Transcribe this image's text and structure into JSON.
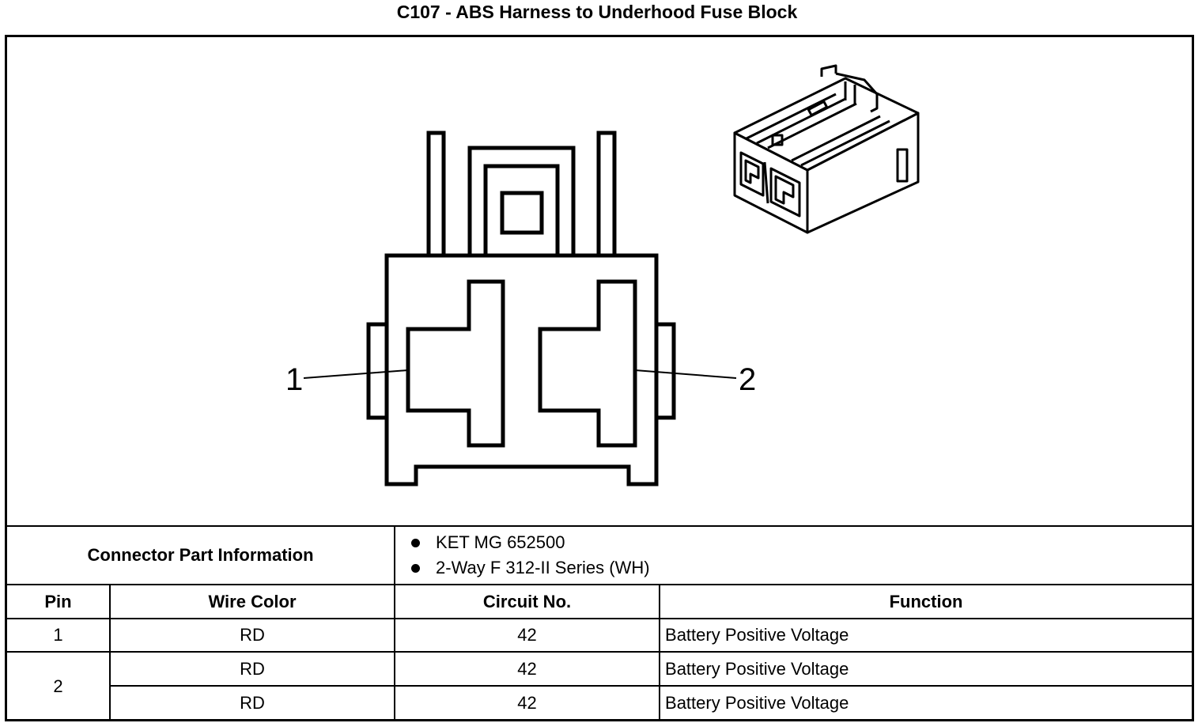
{
  "title": "C107 - ABS Harness to Underhood Fuse Block",
  "diagram": {
    "pin_labels": [
      "1",
      "2"
    ]
  },
  "part_info": {
    "label": "Connector Part Information",
    "items": [
      "KET MG 652500",
      "2-Way F 312-II Series (WH)"
    ]
  },
  "table": {
    "headers": [
      "Pin",
      "Wire Color",
      "Circuit No.",
      "Function"
    ],
    "rows": [
      {
        "pin": "1",
        "wire_color": "RD",
        "circuit": "42",
        "function": "Battery Positive Voltage"
      },
      {
        "pin": "2",
        "wire_color": "RD",
        "circuit": "42",
        "function": "Battery Positive Voltage"
      },
      {
        "pin": "",
        "wire_color": "RD",
        "circuit": "42",
        "function": "Battery Positive Voltage"
      }
    ]
  }
}
